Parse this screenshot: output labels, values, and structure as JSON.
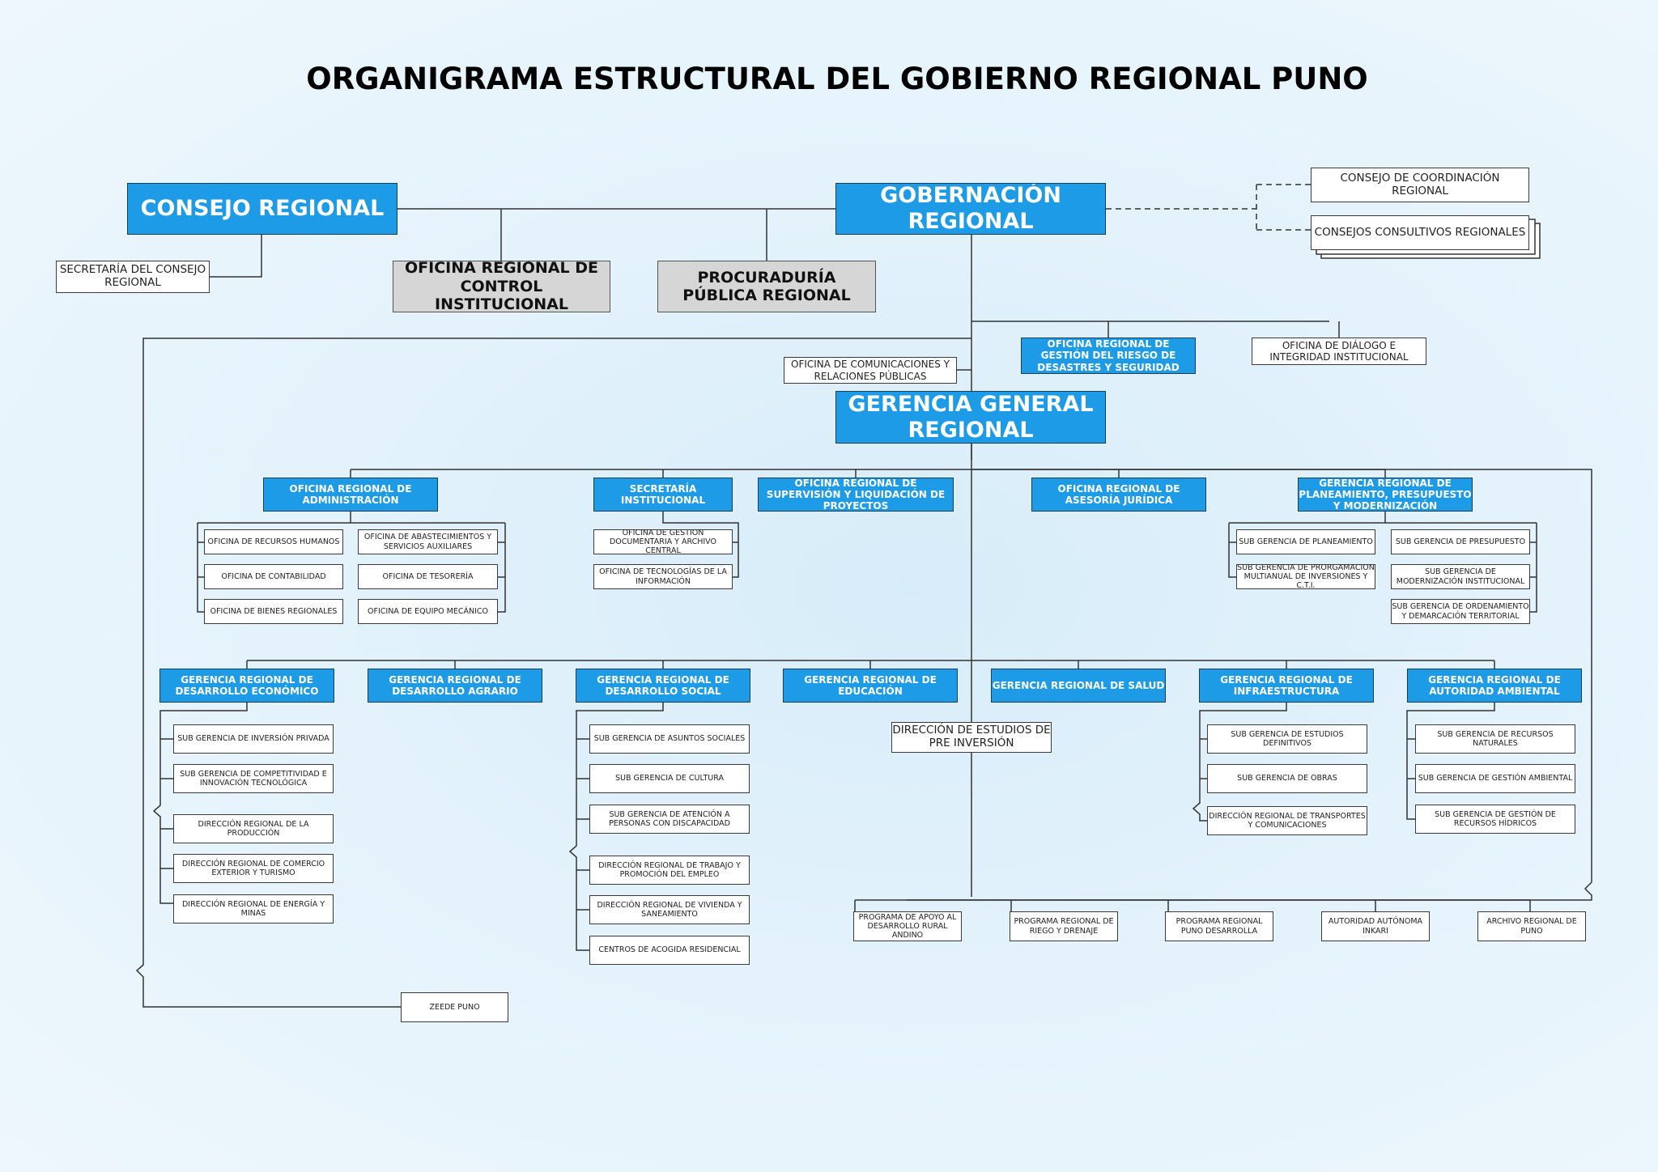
{
  "title": "ORGANIGRAMA ESTRUCTURAL DEL GOBIERNO REGIONAL PUNO",
  "colors": {
    "primary": "#1d9be6",
    "secondary": "#d6d6d6",
    "line": "#333333"
  },
  "top": {
    "consejo": "CONSEJO REGIONAL",
    "gobernacion": "GOBERNACIÓN REGIONAL",
    "secretaria_consejo": "SECRETARÍA DEL CONSEJO REGIONAL",
    "control": "OFICINA REGIONAL DE CONTROL INSTITUCIONAL",
    "procuraduria": "PROCURADURÍA PÚBLICA REGIONAL",
    "coordinacion": "CONSEJO DE COORDINACIÓN REGIONAL",
    "consultivos": "CONSEJOS CONSULTIVOS REGIONALES",
    "riesgo": "OFICINA REGIONAL DE GESTIÓN DEL RIESGO DE DESASTRES Y SEGURIDAD",
    "dialogo": "OFICINA DE DIÁLOGO E INTEGRIDAD INSTITUCIONAL",
    "comunicaciones": "OFICINA DE COMUNICACIONES Y RELACIONES PÚBLICAS",
    "gerencia_general": "GERENCIA GENERAL REGIONAL"
  },
  "mid": {
    "administracion": "OFICINA REGIONAL DE ADMINISTRACIÓN",
    "secretaria_inst": "SECRETARÍA INSTITUCIONAL",
    "supervision": "OFICINA REGIONAL DE SUPERVISIÓN Y LIQUIDACIÓN DE PROYECTOS",
    "asesoria": "OFICINA REGIONAL DE ASESORÍA JURÍDICA",
    "planeamiento": "GERENCIA REGIONAL DE PLANEAMIENTO, PRESUPUESTO Y MODERNIZACIÓN",
    "admin_left": [
      "OFICINA DE RECURSOS HUMANOS",
      "OFICINA DE CONTABILIDAD",
      "OFICINA DE BIENES REGIONALES"
    ],
    "admin_right": [
      "OFICINA DE ABASTECIMIENTOS Y SERVICIOS AUXILIARES",
      "OFICINA DE TESORERÍA",
      "OFICINA DE EQUIPO MECÁNICO"
    ],
    "secretaria_subs": [
      "OFICINA DE GESTIÓN DOCUMENTARIA Y ARCHIVO CENTRAL",
      "OFICINA DE TECNOLOGÍAS DE LA INFORMACIÓN"
    ],
    "plan_left": [
      "SUB GERENCIA DE PLANEAMIENTO",
      "SUB GERENCIA DE PRORGAMACIÓN MULTIANUAL DE INVERSIONES Y C.T.I."
    ],
    "plan_right": [
      "SUB GERENCIA DE PRESUPUESTO",
      "SUB GERENCIA DE MODERNIZACIÓN INSTITUCIONAL",
      "SUB GERENCIA DE ORDENAMIENTO Y DEMARCACIÓN TERRITORIAL"
    ]
  },
  "gerencias": [
    {
      "label": "GERENCIA REGIONAL DE DESARROLLO ECONÓMICO"
    },
    {
      "label": "GERENCIA REGIONAL DE DESARROLLO AGRARIO"
    },
    {
      "label": "GERENCIA REGIONAL DE DESARROLLO SOCIAL"
    },
    {
      "label": "GERENCIA REGIONAL DE EDUCACIÓN"
    },
    {
      "label": "GERENCIA REGIONAL DE SALUD"
    },
    {
      "label": "GERENCIA REGIONAL DE INFRAESTRUCTURA"
    },
    {
      "label": "GERENCIA REGIONAL DE AUTORIDAD AMBIENTAL"
    }
  ],
  "economico_subs": [
    "SUB GERENCIA DE INVERSIÓN PRIVADA",
    "SUB GERENCIA DE COMPETITIVIDAD E INNOVACIÓN TECNOLÓGICA",
    "DIRECCIÓN REGIONAL DE LA PRODUCCIÓN",
    "DIRECCIÓN REGIONAL DE COMERCIO EXTERIOR Y TURISMO",
    "DIRECCIÓN REGIONAL DE ENERGÍA Y MINAS"
  ],
  "social_subs": [
    "SUB GERENCIA DE ASUNTOS SOCIALES",
    "SUB GERENCIA DE CULTURA",
    "SUB GERENCIA DE ATENCIÓN A PERSONAS CON DISCAPACIDAD",
    "DIRECCIÓN REGIONAL DE TRABAJO Y PROMOCIÓN DEL EMPLEO",
    "DIRECCIÓN REGIONAL DE VIVIENDA Y SANEAMIENTO",
    "CENTROS DE ACOGIDA RESIDENCIAL"
  ],
  "infra_subs": [
    "SUB GERENCIA DE ESTUDIOS DEFINITIVOS",
    "SUB GERENCIA DE OBRAS",
    "DIRECCIÓN REGIONAL DE TRANSPORTES Y COMUNICACIONES"
  ],
  "ambiental_subs": [
    "SUB GERENCIA DE RECURSOS NATURALES",
    "SUB GERENCIA DE GESTIÓN AMBIENTAL",
    "SUB GERENCIA DE GESTIÓN DE RECURSOS HÍDRICOS"
  ],
  "preinversion": "DIRECCIÓN DE ESTUDIOS DE PRE INVERSIÓN",
  "programas": [
    "PROGRAMA DE APOYO AL DESARROLLO RURAL ANDINO",
    "PROGRAMA REGIONAL DE RIEGO Y DRENAJE",
    "PROGRAMA REGIONAL PUNO DESARROLLA",
    "AUTORIDAD AUTÓNOMA INKARI",
    "ARCHIVO REGIONAL DE PUNO"
  ],
  "zeede": "ZEEDE PUNO"
}
